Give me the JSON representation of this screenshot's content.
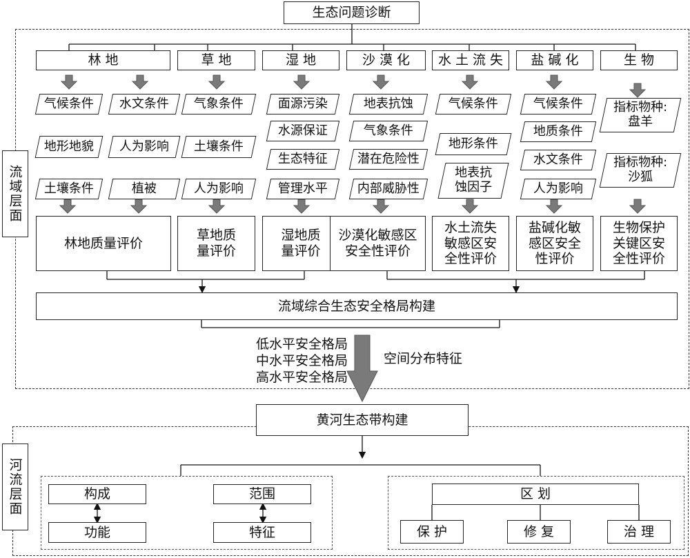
{
  "title": "生态问题诊断",
  "watershed_label": "流域层面",
  "river_label": "河流层面",
  "categories": [
    "林 地",
    "草 地",
    "湿 地",
    "沙 漠 化",
    "水 土 流 失",
    "盐 碱 化",
    "生 物"
  ],
  "forest": {
    "factors": [
      "气候条件",
      "水文条件",
      "地形地貌",
      "人为影响",
      "土壤条件",
      "植被"
    ],
    "eval": "林地质量评价"
  },
  "grass": {
    "factors": [
      "气象条件",
      "土壤条件",
      "人为影响"
    ],
    "eval": "草地质\n量评价"
  },
  "wetland": {
    "factors": [
      "面源污染",
      "水源保证",
      "生态特征",
      "管理水平"
    ],
    "eval": "湿地质\n量评价"
  },
  "desert": {
    "factors": [
      "地表抗蚀",
      "气象条件",
      "潜在危险性",
      "内部威胁性"
    ],
    "eval": "沙漠化敏感区\n安全性评价"
  },
  "soil_erosion": {
    "factors": [
      "气候条件",
      "地形条件",
      "地表抗\n蚀因子"
    ],
    "eval": "水土流失\n敏感区安\n全性评价"
  },
  "saline": {
    "factors": [
      "气候条件",
      "地质条件",
      "水文条件",
      "人为影响"
    ],
    "eval": "盐碱化敏\n感区安全\n性评价"
  },
  "bio": {
    "factors": [
      "指标物种:\n盘羊",
      "指标物种:\n沙狐"
    ],
    "eval": "生物保护\n关键区安\n全性评价"
  },
  "synthesis": "流域综合生态安全格局构建",
  "levels": "低水平安全格局\n中水平安全格局\n高水平安全格局",
  "spatial": "空间分布特征",
  "yellow_river": "黄河生态带构建",
  "river_left": {
    "top1": "构成",
    "bottom1": "功能",
    "top2": "范围",
    "bottom2": "特征"
  },
  "river_right": {
    "zone": "区 划",
    "items": [
      "保 护",
      "修 复",
      "治 理"
    ]
  }
}
